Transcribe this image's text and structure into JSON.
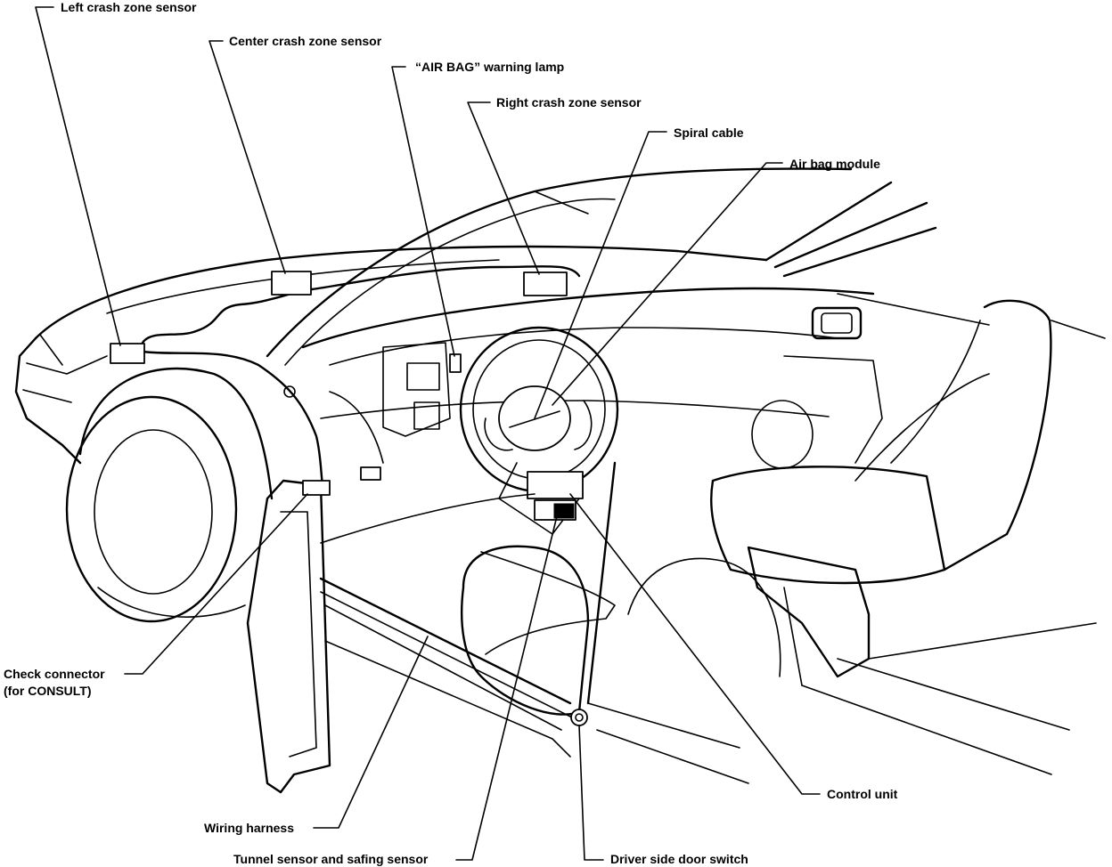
{
  "labels": {
    "left_crash_zone_sensor": "Left crash zone sensor",
    "center_crash_zone_sensor": "Center crash zone sensor",
    "air_bag_warning_lamp": "“AIR BAG” warning lamp",
    "right_crash_zone_sensor": "Right crash zone sensor",
    "spiral_cable": "Spiral cable",
    "air_bag_module": "Air bag module",
    "check_connector_line1": "Check connector",
    "check_connector_line2": "(for CONSULT)",
    "control_unit": "Control unit",
    "wiring_harness": "Wiring harness",
    "tunnel_sensor_and_safing_sensor": "Tunnel sensor and safing sensor",
    "driver_side_door_switch": "Driver side door switch"
  }
}
